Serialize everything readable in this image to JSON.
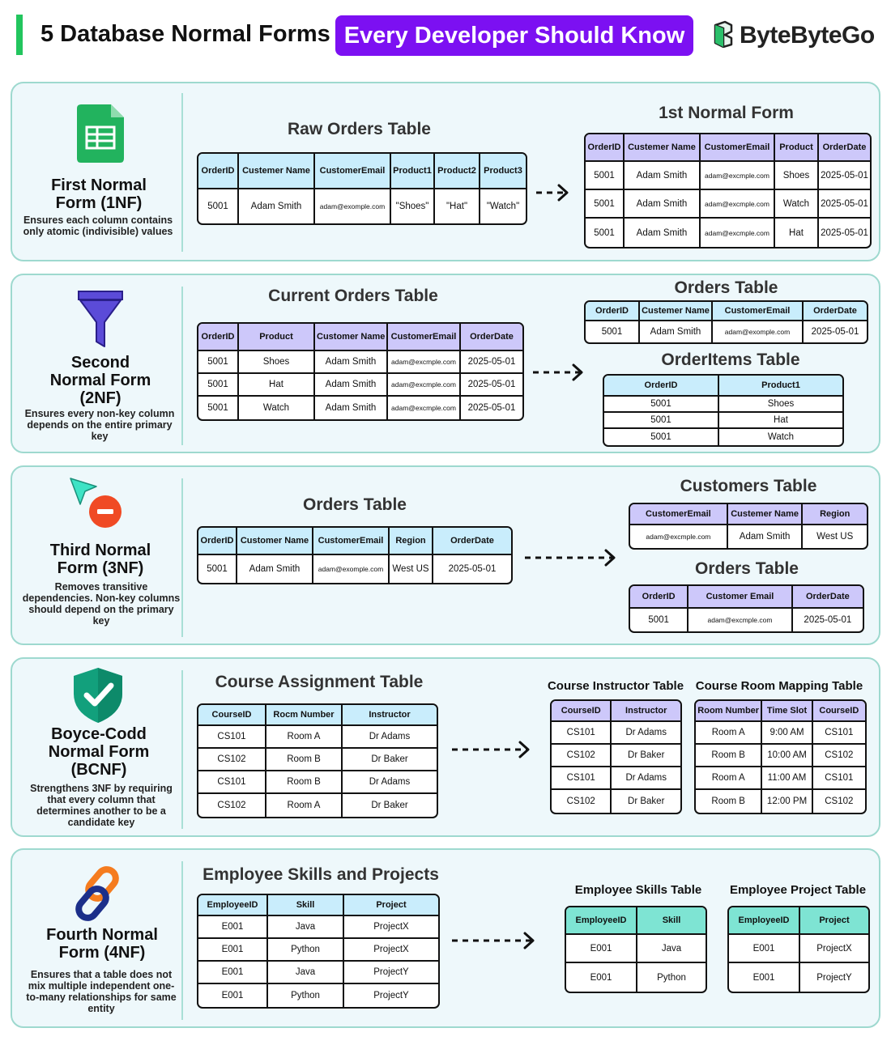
{
  "header": {
    "title": "5 Database Normal Forms",
    "subtitle": "Every Developer Should Know",
    "brand": "ByteByteGo",
    "accent_color": "#22c55e",
    "subtitle_bg": "#7c10f2"
  },
  "sections": [
    {
      "icon": "spreadsheet-icon",
      "name": "First Normal Form (1NF)",
      "desc": "Ensures each column contains only atomic (indivisible) values",
      "before": {
        "title": "Raw Orders Table",
        "header": [
          "OrderID",
          "Custemer Name",
          "CustomerEmail",
          "Product1",
          "Product2",
          "Product3"
        ],
        "rows": [
          [
            "5001",
            "Adam Smith",
            "adam@exomple.com",
            "\"Shoes\"",
            "\"Hat\"",
            "\"Watch\""
          ]
        ]
      },
      "after": [
        {
          "title": "1st Normal Form",
          "header": [
            "OrderID",
            "Custemer Name",
            "CustomerEmail",
            "Product",
            "OrderDate"
          ],
          "rows": [
            [
              "5001",
              "Adam Smith",
              "adam@excmple.com",
              "Shoes",
              "2025-05-01"
            ],
            [
              "5001",
              "Adam Smith",
              "adam@excmple.com",
              "Watch",
              "2025-05-01"
            ],
            [
              "5001",
              "Adam Smith",
              "adam@excmple.com",
              "Hat",
              "2025-05-01"
            ]
          ]
        }
      ]
    },
    {
      "icon": "funnel-icon",
      "name": "Second Normal Form (2NF)",
      "desc": "Ensures every non-key column depends on the entire primary key",
      "before": {
        "title": "Current Orders Table",
        "header": [
          "OrderID",
          "Product",
          "Customer Name",
          "CustomerEmail",
          "OrderDate"
        ],
        "rows": [
          [
            "5001",
            "Shoes",
            "Adam Smith",
            "adam@excmple.com",
            "2025-05-01"
          ],
          [
            "5001",
            "Hat",
            "Adam Smith",
            "adam@excmple.com",
            "2025-05-01"
          ],
          [
            "5001",
            "Watch",
            "Adam Smith",
            "adam@excmple.com",
            "2025-05-01"
          ]
        ]
      },
      "after": [
        {
          "title": "Orders Table",
          "header": [
            "OrderID",
            "Custemer Name",
            "CustomerEmail",
            "OrderDate"
          ],
          "rows": [
            [
              "5001",
              "Adam Smith",
              "adam@exomple.com",
              "2025-05-01"
            ]
          ]
        },
        {
          "title": "OrderItems Table",
          "header": [
            "OrderID",
            "Product1"
          ],
          "rows": [
            [
              "5001",
              "Shoes"
            ],
            [
              "5001",
              "Hat"
            ],
            [
              "5001",
              "Watch"
            ]
          ]
        }
      ]
    },
    {
      "icon": "cursor-remove-icon",
      "name": "Third Normal Form (3NF)",
      "desc": "Removes transitive dependencies. Non-key columns should depend on the primary key",
      "before": {
        "title": "Orders Table",
        "header": [
          "OrderID",
          "Customer Name",
          "CustomerEmail",
          "Region",
          "OrderDate"
        ],
        "rows": [
          [
            "5001",
            "Adam Smith",
            "adam@exomple.com",
            "West US",
            "2025-05-01"
          ]
        ]
      },
      "after": [
        {
          "title": "Customers Table",
          "header": [
            "CustomerEmail",
            "Custemer Name",
            "Region"
          ],
          "rows": [
            [
              "adam@excmple.com",
              "Adam Smith",
              "West US"
            ]
          ]
        },
        {
          "title": "Orders Table",
          "header": [
            "OrderID",
            "Customer Email",
            "OrderDate"
          ],
          "rows": [
            [
              "5001",
              "adam@excmple.com",
              "2025-05-01"
            ]
          ]
        }
      ]
    },
    {
      "icon": "shield-check-icon",
      "name": "Boyce-Codd Normal Form (BCNF)",
      "desc": "Strengthens 3NF by requiring that every column that determines another to be a candidate key",
      "before": {
        "title": "Course Assignment Table",
        "header": [
          "CourseID",
          "Rocm Number",
          "Instructor"
        ],
        "rows": [
          [
            "CS101",
            "Room A",
            "Dr Adams"
          ],
          [
            "CS102",
            "Room B",
            "Dr Baker"
          ],
          [
            "CS101",
            "Room B",
            "Dr Adams"
          ],
          [
            "CS102",
            "Room A",
            "Dr Baker"
          ]
        ]
      },
      "after": [
        {
          "title": "Course Instructor Table",
          "header": [
            "CourseID",
            "Instructor"
          ],
          "rows": [
            [
              "CS101",
              "Dr Adams"
            ],
            [
              "CS102",
              "Dr Baker"
            ],
            [
              "CS101",
              "Dr Adams"
            ],
            [
              "CS102",
              "Dr Baker"
            ]
          ]
        },
        {
          "title": "Course Room Mapping Table",
          "header": [
            "Room Number",
            "Time Slot",
            "CourseID"
          ],
          "rows": [
            [
              "Room A",
              "9:00 AM",
              "CS101"
            ],
            [
              "Room B",
              "10:00 AM",
              "CS102"
            ],
            [
              "Room A",
              "11:00 AM",
              "CS101"
            ],
            [
              "Room B",
              "12:00 PM",
              "CS102"
            ]
          ]
        }
      ]
    },
    {
      "icon": "chain-link-icon",
      "name": "Fourth Normal Form (4NF)",
      "desc": "Ensures that a table does not mix multiple independent one-to-many relationships for same entity",
      "before": {
        "title": "Employee Skills and Projects",
        "header": [
          "EmployeeID",
          "Skill",
          "Project"
        ],
        "rows": [
          [
            "E001",
            "Java",
            "ProjectX"
          ],
          [
            "E001",
            "Python",
            "ProjectX"
          ],
          [
            "E001",
            "Java",
            "ProjectY"
          ],
          [
            "E001",
            "Python",
            "ProjectY"
          ]
        ]
      },
      "after": [
        {
          "title": "Employee Skills Table",
          "header": [
            "EmployeeID",
            "Skill"
          ],
          "rows": [
            [
              "E001",
              "Java"
            ],
            [
              "E001",
              "Python"
            ]
          ]
        },
        {
          "title": "Employee Project Table",
          "header": [
            "EmployeeID",
            "Project"
          ],
          "rows": [
            [
              "E001",
              "ProjectX"
            ],
            [
              "E001",
              "ProjectY"
            ]
          ]
        }
      ]
    }
  ]
}
